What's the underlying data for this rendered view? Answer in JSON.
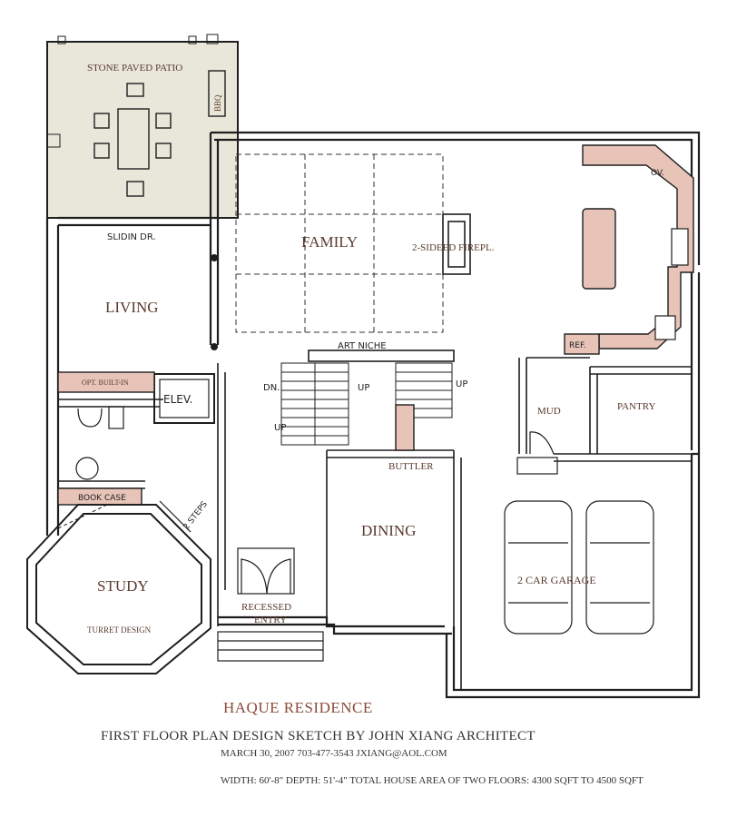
{
  "rooms": {
    "patio": "STONE PAVED PATIO",
    "bbq": "BBQ",
    "sliding_door": "SLIDIN DR.",
    "family": "FAMILY",
    "fireplace": "2-SIDEED FIREPL.",
    "living": "LIVING",
    "built_in": "OPT. BUILT-IN",
    "elevator": "ELEV.",
    "art_niche": "ART NICHE",
    "stair_dn": "DN.",
    "stair_up_1": "UP",
    "stair_up_2": "UP",
    "stair_up_3": "UP",
    "oven": "OV.",
    "refrigerator": "REF.",
    "mud": "MUD",
    "pantry": "PANTRY",
    "buttler": "BUTTLER",
    "book_case": "BOOK CASE",
    "steps": "2 STEPS",
    "dining": "DINING",
    "garage": "2 CAR GARAGE",
    "study": "STUDY",
    "turret": "TURRET DESIGN",
    "entry_line1": "RECESSED",
    "entry_line2": "ENTRY"
  },
  "caption": {
    "title": "HAQUE RESIDENCE",
    "subtitle": "FIRST FLOOR PLAN DESIGN SKETCH BY JOHN XIANG ARCHITECT",
    "contact": "MARCH 30, 2007     703-477-3543  JXIANG@AOL.COM",
    "dimensions": "WIDTH: 60'-8\"   DEPTH: 51'-4\"   TOTAL HOUSE AREA OF TWO FLOORS: 4300 SQFT TO 4500 SQFT"
  },
  "colors": {
    "patio_fill": "#e9e7da",
    "cabinet_fill": "#e7c3b8",
    "wall": "#1e1e1e",
    "label": "#5a3a2e",
    "title": "#8b4a3a"
  }
}
